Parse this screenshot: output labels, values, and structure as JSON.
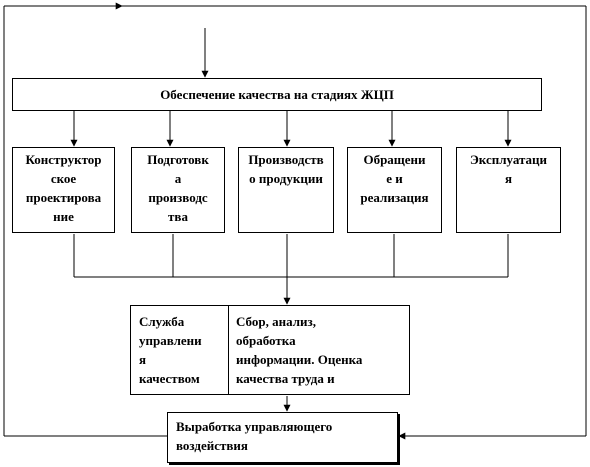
{
  "diagram": {
    "top_box": "Обеспечение качества на стадиях ЖЦП",
    "stages": [
      "Конструктор\nское\nпроектирова\nние",
      "Подготовк\nа\nпроизводс\nтва",
      "Производств\nо продукции",
      "Обращени\nе и\nреализация",
      "Эксплуатаци\nя"
    ],
    "service": "Служба\nуправлени\nя\nкачеством",
    "info": "Сбор, анализ,\nобработка\nинформации. Оценка\nкачества труда и",
    "output": "Выработка управляющего\nвоздействия"
  }
}
